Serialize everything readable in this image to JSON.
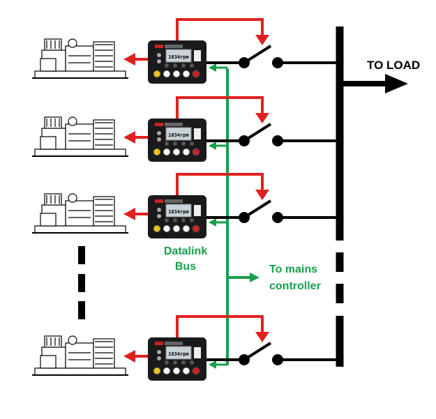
{
  "labels": {
    "to_load": "TO LOAD",
    "datalink_line1": "Datalink",
    "datalink_line2": "Bus",
    "mains_line1": "To mains",
    "mains_line2": "controller"
  },
  "controller_display_text": "1634",
  "controller_display_unit": "rpm",
  "colors": {
    "power_line": "#000000",
    "control_arrow": "#e02020",
    "datalink_bus": "#17a04a",
    "controller_body": "#1a1a1a",
    "display": "#c9d2d6"
  },
  "units": [
    {
      "id": "gen-1"
    },
    {
      "id": "gen-2"
    },
    {
      "id": "gen-3"
    },
    {
      "id": "gen-n"
    }
  ]
}
